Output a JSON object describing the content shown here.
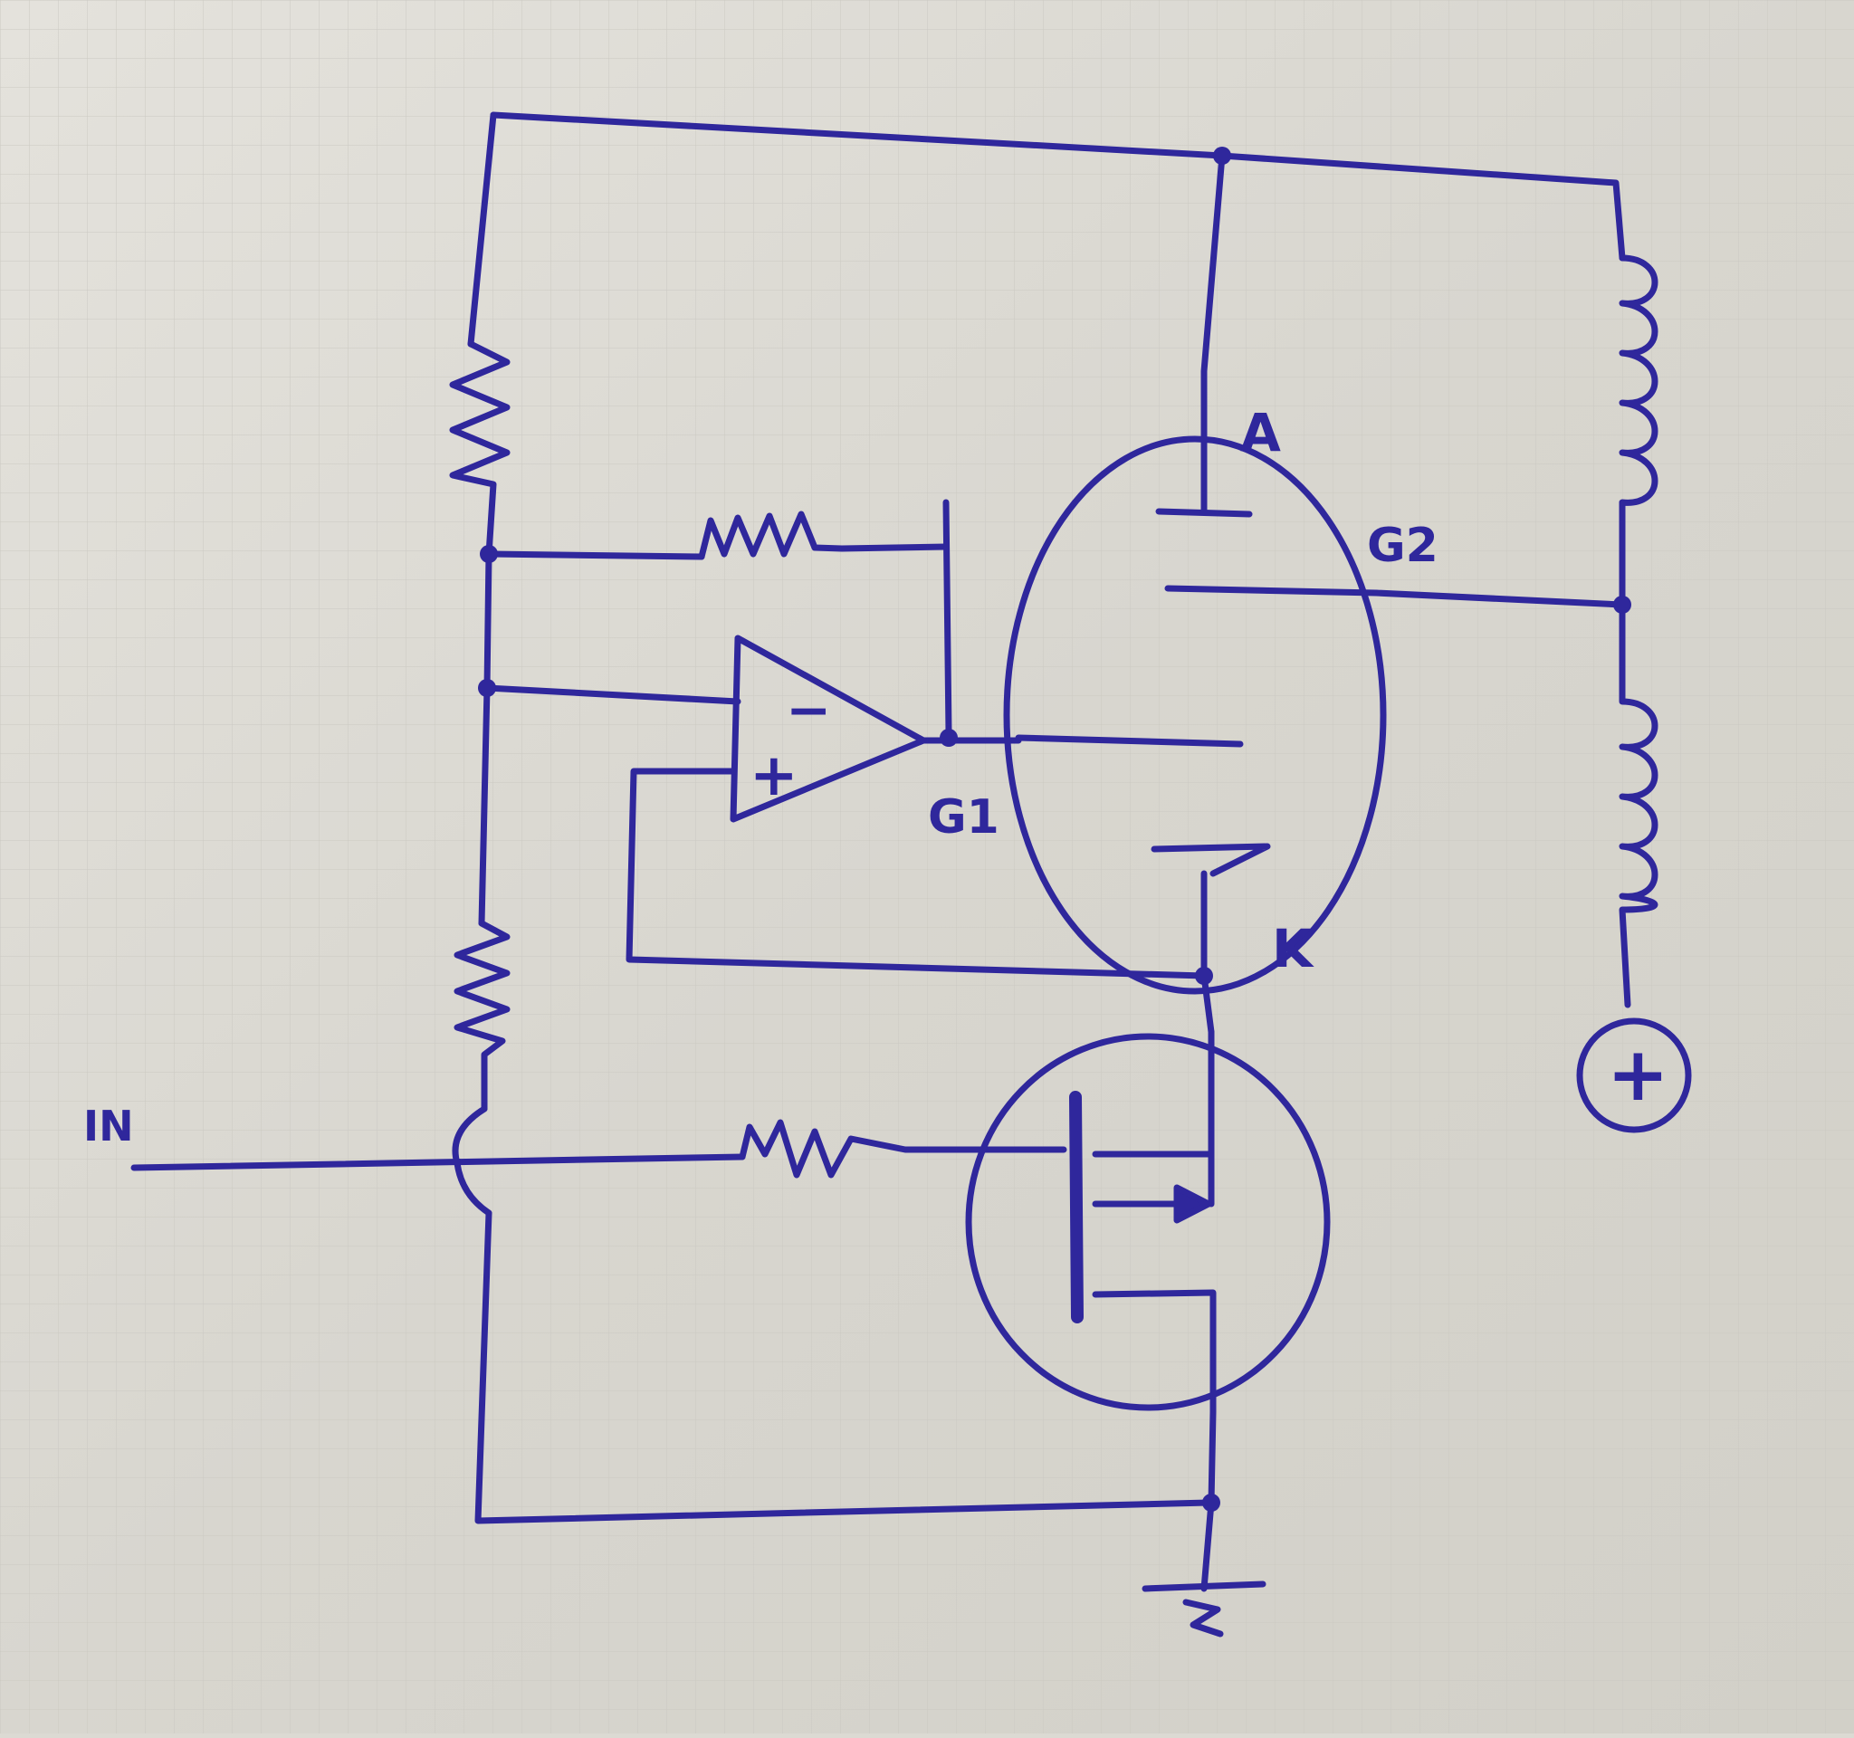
{
  "labels": {
    "anode": "A",
    "screen_grid": "G2",
    "control_grid": "G1",
    "cathode": "K",
    "input": "IN"
  },
  "opamp": {
    "inverting": "−",
    "non_inverting": "+"
  },
  "supply": {
    "symbol": "+"
  },
  "colors": {
    "ink": "#2f279c",
    "paper": "#dcdad3",
    "grid_line": "#c9c7c0"
  }
}
